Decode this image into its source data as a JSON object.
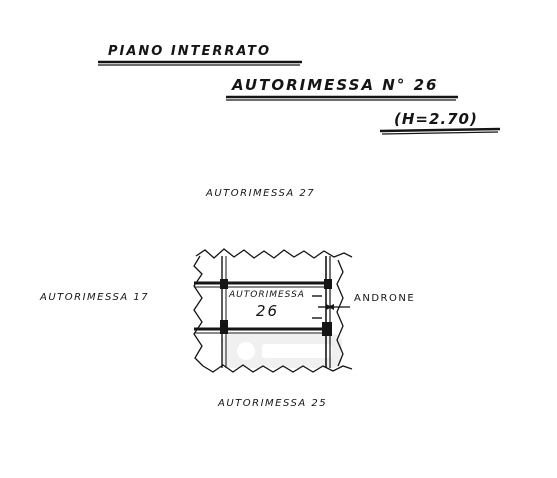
{
  "header": {
    "floor_title": "PIANO INTERRATO",
    "unit_title": "AUTORIMESSA N° 26",
    "height_note": "(H=2.70)"
  },
  "plan": {
    "unit_label": "AUTORIMESSA",
    "unit_number": "26",
    "neighbors": {
      "north": "AUTORIMESSA 27",
      "west": "AUTORIMESSA 17",
      "east": "ANDRONE",
      "south": "AUTORIMESSA 25"
    }
  },
  "colors": {
    "ink": "#151515",
    "paper": "#ffffff",
    "watermark": "#e4e4e4"
  },
  "watermark_icon": "watermark-logo"
}
